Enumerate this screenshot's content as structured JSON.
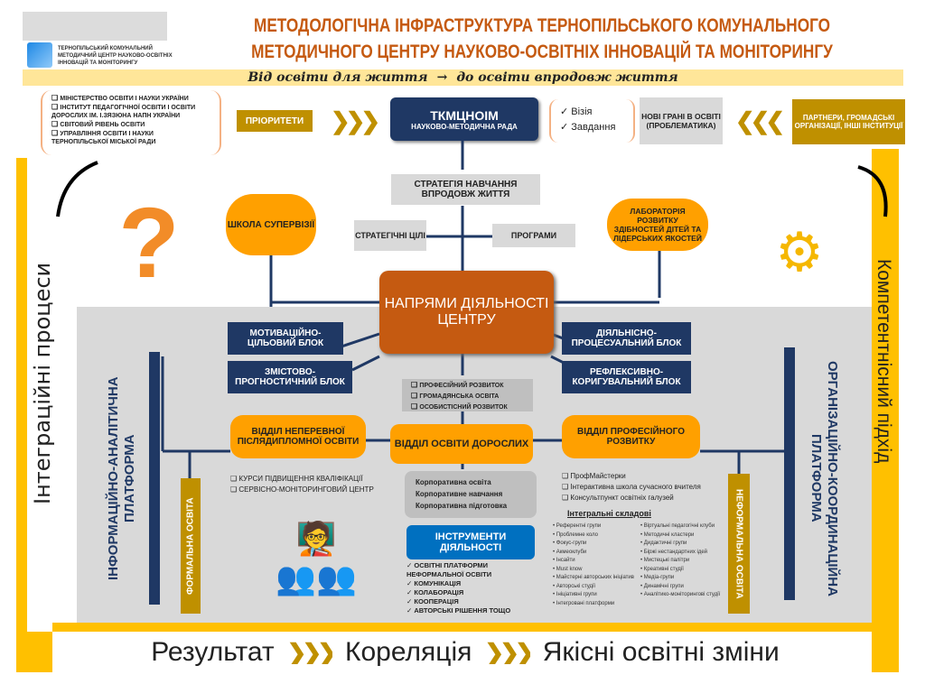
{
  "header": {
    "title_line1": "МЕТОДОЛОГІЧНА ІНФРАСТРУКТУРА ТЕРНОПІЛЬСЬКОГО КОМУНАЛЬНОГО",
    "title_line2": "МЕТОДИЧНОГО ЦЕНТРУ НАУКОВО-ОСВІТНІХ ІННОВАЦІЙ ТА МОНІТОРИНГУ",
    "subtitle_left": "Від освіти для життя",
    "subtitle_arrow": "→",
    "subtitle_right": "до освіти впродовж життя",
    "logo_text": "ТЕРНОПІЛЬСЬКИЙ КОМУНАЛЬНИЙ МЕТОДИЧНИЙ ЦЕНТР НАУКОВО-ОСВІТНІХ ІННОВАЦІЙ ТА МОНІТОРИНГУ"
  },
  "sources": [
    "МІНІСТЕРСТВО ОСВІТИ І НАУКИ УКРАЇНИ",
    "ІНСТИТУТ ПЕДАГОГІЧНОЇ ОСВІТИ І ОСВІТИ ДОРОСЛИХ ІМ. І.ЗЯЗЮНА НАПН УКРАЇНИ",
    "СВІТОВИЙ РІВЕНЬ ОСВІТИ",
    "УПРАВЛІННЯ ОСВІТИ І НАУКИ ТЕРНОПІЛЬСЬКОЇ МІСЬКОЇ РАДИ"
  ],
  "priorities": "ПРІОРИТЕТИ",
  "center": {
    "name": "ТКМЦНОІМ",
    "council": "НАУКОВО-МЕТОДИЧНА РАДА"
  },
  "vision": [
    "Візія",
    "Завдання"
  ],
  "new_facets": "НОВІ ГРАНІ В ОСВІТІ (ПРОБЛЕМАТИКА)",
  "partners": "ПАРТНЕРИ, ГРОМАДСЬКІ ОРГАНІЗАЦІЇ, ІНШІ ІНСТИТУЦІЇ",
  "strategy": "СТРАТЕГІЯ НАВЧАННЯ ВПРОДОВЖ ЖИТТЯ",
  "strategic_goals": "СТРАТЕГІЧНІ ЦІЛІ",
  "programs": "ПРОГРАМИ",
  "supervision_school": "ШКОЛА СУПЕРВІЗІЇ",
  "laboratory": "ЛАБОРАТОРІЯ РОЗВИТКУ ЗДІБНОСТЕЙ ДІТЕЙ ТА ЛІДЕРСЬКИХ ЯКОСТЕЙ",
  "main_directions": "НАПРЯМИ ДІЯЛЬНОСТІ ЦЕНТРУ",
  "blocks": {
    "motivational": "МОТИВАЦІЙНО-ЦІЛЬОВИЙ БЛОК",
    "content": "ЗМІСТОВО-ПРОГНОСТИЧНИЙ БЛОК",
    "activity": "ДІЯЛЬНІСНО-ПРОЦЕСУАЛЬНИЙ БЛОК",
    "reflexive": "РЕФЛЕКСИВНО-КОРИГУВАЛЬНИЙ БЛОК"
  },
  "development": [
    "ПРОФЕСІЙНИЙ РОЗВИТОК",
    "ГРОМАДЯНСЬКА ОСВІТА",
    "ОСОБИСТІСНИЙ РОЗВИТОК"
  ],
  "departments": {
    "continuous": "ВІДДІЛ НЕПЕРЕВНОЇ ПІСЛЯДИПЛОМНОЇ ОСВІТИ",
    "adult": "ВІДДІЛ ОСВІТИ ДОРОСЛИХ",
    "professional": "ВІДДІЛ ПРОФЕСІЙНОГО РОЗВИТКУ"
  },
  "continuous_items": [
    "КУРСИ ПІДВИЩЕННЯ КВАЛІФІКАЦІЇ",
    "СЕРВІСНО-МОНІТОРИНГОВИЙ ЦЕНТР"
  ],
  "corporate": [
    "Корпоративна освіта",
    "Корпоративне навчання",
    "Корпоративна підготовка"
  ],
  "professional_items": [
    "ПрофМайстерки",
    "Інтерактивна школа сучасного вчителя",
    "Консультпункт освітніх галузей"
  ],
  "tools": {
    "title": "ІНСТРУМЕНТИ ДІЯЛЬНОСТІ",
    "items": [
      "ОСВІТНІ ПЛАТФОРМИ НЕФОРМАЛЬНОЇ ОСВІТИ",
      "КОМУНІКАЦІЯ",
      "КОЛАБОРАЦІЯ",
      "КООПЕРАЦІЯ",
      "АВТОРСЬКІ РІШЕННЯ ТОЩО"
    ]
  },
  "integral": {
    "title": "Інтегральні складові",
    "col1": [
      "Референтні групи",
      "Проблемне коло",
      "Фокус-групи",
      "Акмеоклуби",
      "Інсайти",
      "Must know",
      "Майстерні авторських ініціатив",
      "Авторські студії",
      "Ініціативні групи",
      "Інтегровані платформи"
    ],
    "col2": [
      "Віртуальні педагогічні клуби",
      "Методичні кластери",
      "Дидактичні групи",
      "Біржі нестандартних ідей",
      "Мистецькі палітри",
      "Креативні студії",
      "Медіа-групи",
      "Динамічні групи",
      "Аналітико-моніторингові студії"
    ]
  },
  "platforms": {
    "info": "ІНФОРМАЦІЙНО-АНАЛІТИЧНА ПЛАТФОРМА",
    "org": "ОРГАНІЗАЦІЙНО-КООРДИНАЦІЙНА ПЛАТФОРМА",
    "formal": "ФОРМАЛЬНА ОСВІТА",
    "nonformal": "НЕФОРМАЛЬНА ОСВІТА"
  },
  "side": {
    "left": "Інтеграційні процеси",
    "right": "Компетентнісний підхід"
  },
  "footer": [
    "Результат",
    "Кореляція",
    "Якісні освітні зміни"
  ],
  "colors": {
    "navy": "#1f3864",
    "orange": "#ffa000",
    "gold": "#bf9000",
    "brick": "#c55a11",
    "yellow": "#ffc000",
    "blue": "#0070c0"
  }
}
